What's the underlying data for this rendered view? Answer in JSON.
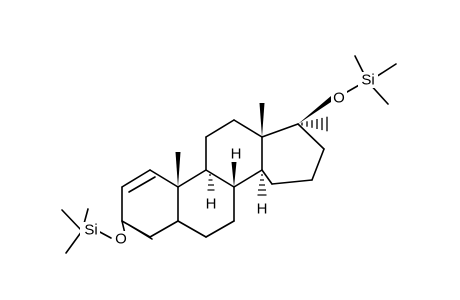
{
  "atoms": {
    "o3": "O",
    "si3": "Si",
    "o17": "O",
    "si17": "Si",
    "h8": "H",
    "h9": "H",
    "h14": "H"
  },
  "colors": {
    "ink": "#000000",
    "background": "#ffffff"
  }
}
